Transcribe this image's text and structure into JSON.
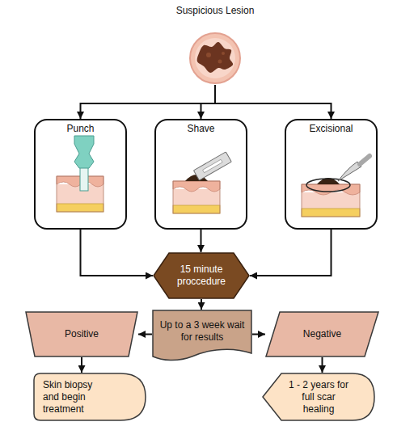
{
  "diagram": {
    "nodes": [
      {
        "text": [
          "Suspicious Lesion"
        ]
      },
      {
        "text": [
          "Punch"
        ]
      },
      {
        "text": [
          "Shave"
        ]
      },
      {
        "text": [
          "Excisional"
        ]
      },
      {
        "text": [
          "15 minute proccedure"
        ]
      },
      {
        "text": [
          "Up to a 3 week wait for results"
        ]
      },
      {
        "text": [
          "Positive"
        ]
      },
      {
        "text": [
          "Negative"
        ]
      },
      {
        "text": [
          "Skin biopsy and begin treatment"
        ]
      },
      {
        "text": [
          "1 - 2 years for full scar healing"
        ]
      }
    ],
    "edges": [
      {
        "from": 0,
        "to": 1,
        "arrow": "to"
      },
      {
        "from": 0,
        "to": 2,
        "arrow": "to"
      },
      {
        "from": 0,
        "to": 3,
        "arrow": "to"
      },
      {
        "from": 1,
        "to": 4,
        "arrow": "to"
      },
      {
        "from": 2,
        "to": 4,
        "arrow": "to"
      },
      {
        "from": 3,
        "to": 4,
        "arrow": "to"
      },
      {
        "from": 4,
        "to": 5,
        "arrow": "to"
      },
      {
        "from": 5,
        "to": 6,
        "arrow": "to"
      },
      {
        "from": 5,
        "to": 7,
        "arrow": "to"
      },
      {
        "from": 6,
        "to": 8,
        "arrow": "to"
      },
      {
        "from": 7,
        "to": 9,
        "arrow": "to"
      }
    ]
  }
}
